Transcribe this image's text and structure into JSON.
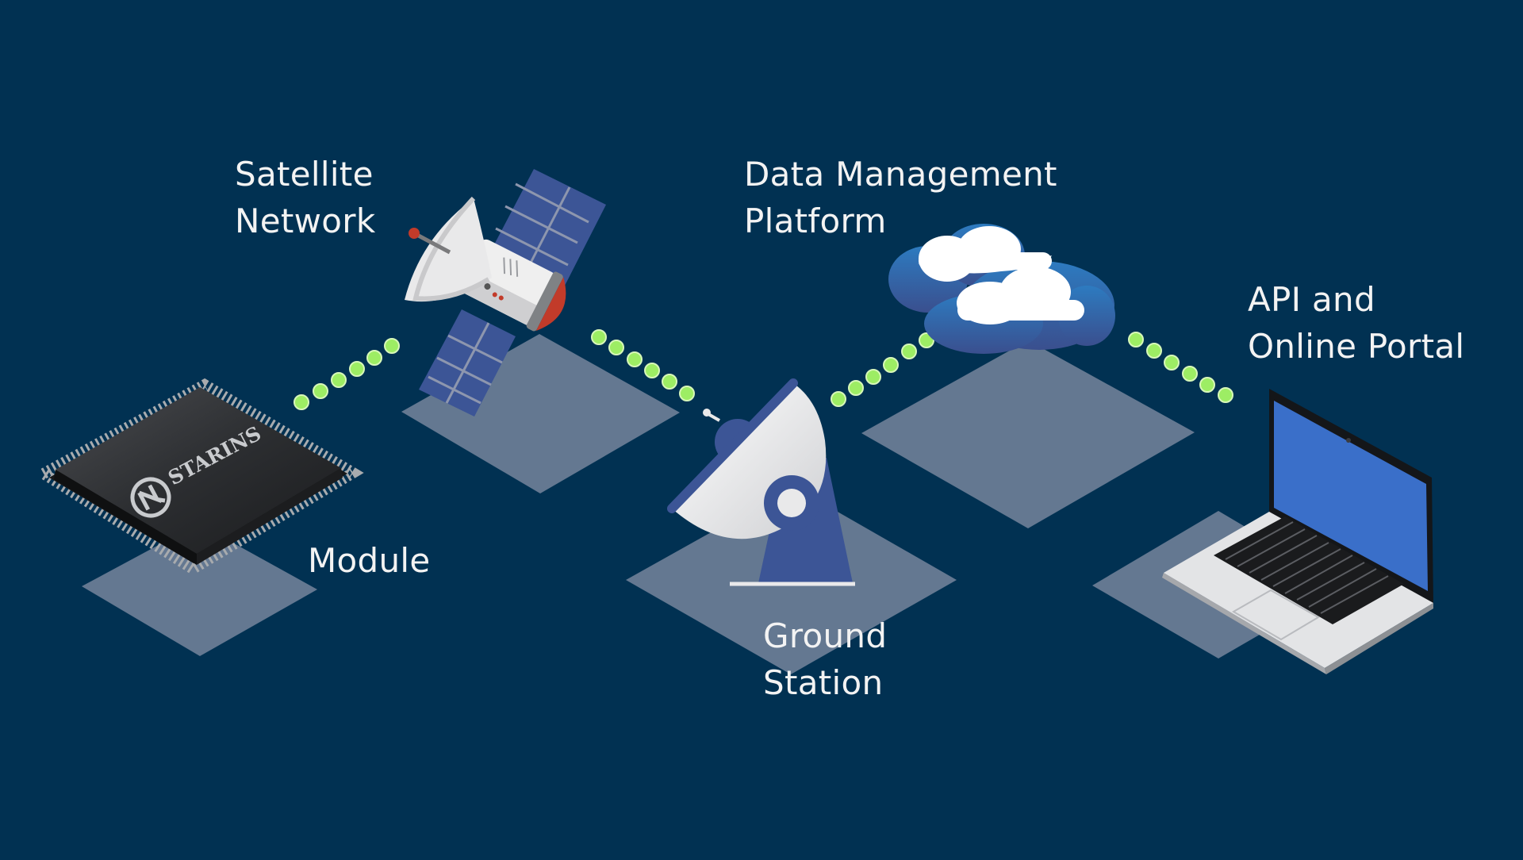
{
  "colors": {
    "background": "#013152",
    "platform": "#647891",
    "signal_dot": "#9ded64",
    "label_text": "#f3f3f3",
    "accent_blue": "#3c5596",
    "screen_blue": "#3a6fc9",
    "cloud_blue": "#2f5c98",
    "satellite_red": "#c23b2a"
  },
  "icons": [
    "chip-icon",
    "satellite-icon",
    "satellite-dish-icon",
    "cloud-icon",
    "laptop-icon"
  ],
  "chip": {
    "brand": "STARINS"
  },
  "labels": {
    "satellite": {
      "line1": "Satellite",
      "line2": "Network"
    },
    "data_management": {
      "line1": "Data Management",
      "line2": "Platform"
    },
    "api": {
      "line1": "API and",
      "line2": "Online Portal"
    },
    "module": {
      "line1": "Module"
    },
    "ground": {
      "line1": "Ground",
      "line2": "Station"
    }
  }
}
